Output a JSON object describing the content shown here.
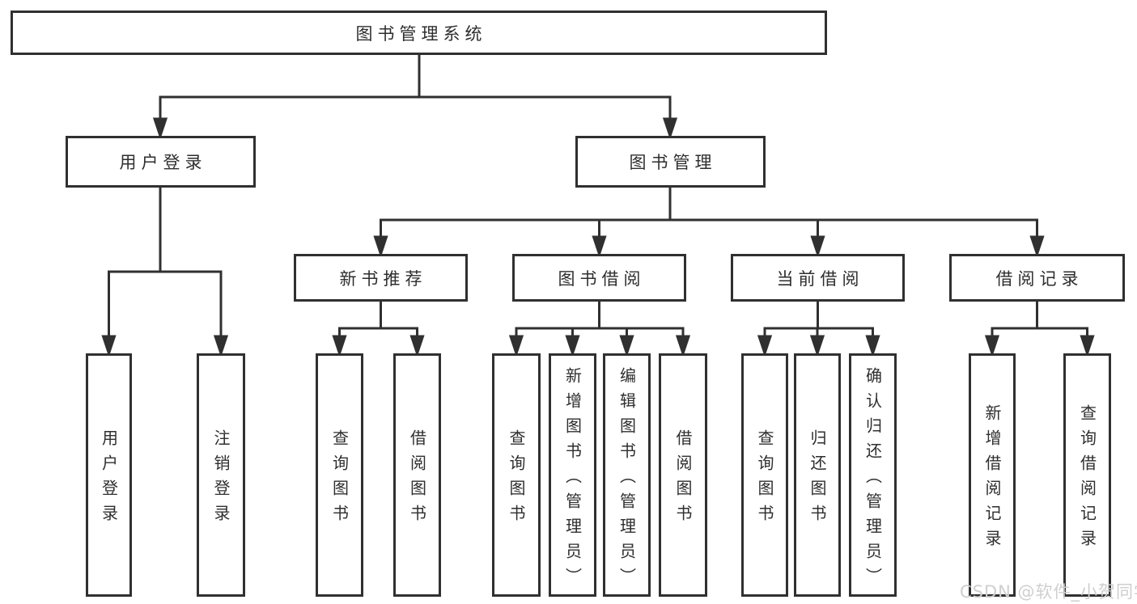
{
  "diagram": {
    "type": "hierarchy-tree",
    "colors": {
      "line": "#303030",
      "box_border": "#303030",
      "text": "#2e2e2e",
      "background": "#ffffff",
      "watermark": "#cfcfcf"
    },
    "tree": {
      "root": {
        "label": "图书管理系统"
      },
      "level2": [
        {
          "label": "用户登录",
          "children": [
            {
              "label": "用户登录"
            },
            {
              "label": "注销登录"
            }
          ]
        },
        {
          "label": "图书管理",
          "children": [
            {
              "label": "新书推荐",
              "children": [
                {
                  "label": "查询图书"
                },
                {
                  "label": "借阅图书"
                }
              ]
            },
            {
              "label": "图书借阅",
              "children": [
                {
                  "label": "查询图书"
                },
                {
                  "label": "新增图书（管理员）"
                },
                {
                  "label": "编辑图书（管理员）"
                },
                {
                  "label": "借阅图书"
                }
              ]
            },
            {
              "label": "当前借阅",
              "children": [
                {
                  "label": "查询图书"
                },
                {
                  "label": "归还图书"
                },
                {
                  "label": "确认归还（管理员）"
                }
              ]
            },
            {
              "label": "借阅记录",
              "children": [
                {
                  "label": "新增借阅记录"
                },
                {
                  "label": "查询借阅记录"
                }
              ]
            }
          ]
        }
      ]
    }
  },
  "watermark": {
    "text": "CSDN @软件_小贺同学"
  }
}
